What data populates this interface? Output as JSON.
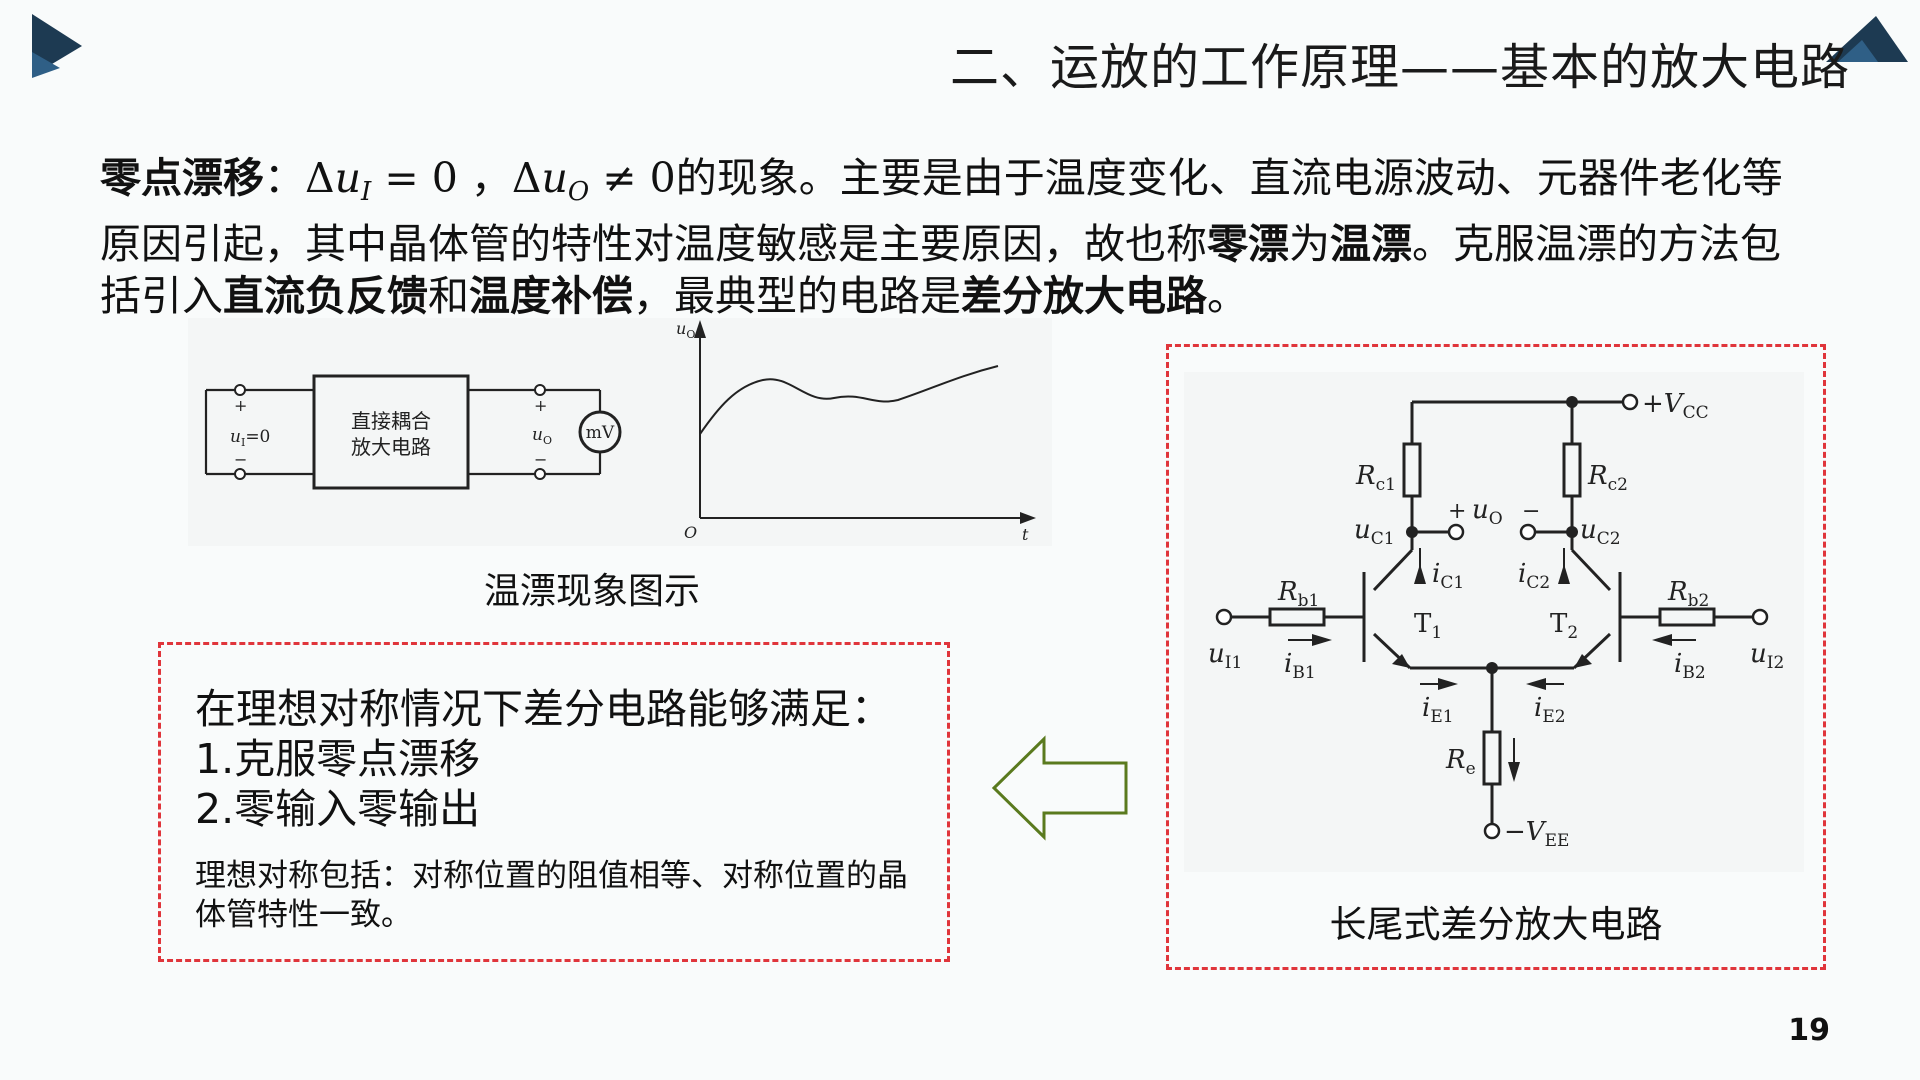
{
  "header": {
    "title": "二、运放的工作原理——基本的放大电路"
  },
  "intro": {
    "term": "零点漂移",
    "colon": "：",
    "math_delta": "Δ",
    "math_u": "u",
    "math_sub_I": "I",
    "math_eq0": " = 0 ，",
    "math_sub_O": "O",
    "math_neq0": " ≠ 0",
    "text1": "的现象。主要是由于温度变化、直流电源波动、元器件老化等原因引起，其中晶体管的特性对温度敏感是主要原因，故也称",
    "bold_zero_drift": "零漂",
    "text_is": "为",
    "bold_temp_drift": "温漂",
    "text2": "。克服温漂的方法包括引入",
    "bold_dc_feedback": "直流负反馈",
    "text_and": "和",
    "bold_temp_comp": "温度补偿",
    "text3": "，最典型的电路是",
    "bold_diff_amp": "差分放大电路",
    "text_end": "。"
  },
  "drift_figure": {
    "input_label": "u",
    "input_sub": "I",
    "input_value": "=0",
    "block_line1": "直接耦合",
    "block_line2": "放大电路",
    "output_label": "u",
    "output_sub": "O",
    "meter_label": "mV",
    "plus": "+",
    "minus": "−",
    "plot_y_label": "u",
    "plot_y_sub": "O",
    "plot_origin": "O",
    "plot_x_label": "t",
    "caption": "温漂现象图示"
  },
  "summary": {
    "line1": "在理想对称情况下差分电路能够满足：",
    "line2": "1.克服零点漂移",
    "line3": "2.零输入零输出",
    "note": "理想对称包括：对称位置的阻值相等、对称位置的晶体管特性一致。"
  },
  "circuit": {
    "vcc_sign": "+",
    "vcc": "V",
    "vcc_sub": "CC",
    "vee_sign": "−",
    "vee": "V",
    "vee_sub": "EE",
    "rc1": "R",
    "rc1_sub": "c1",
    "rc2": "R",
    "rc2_sub": "c2",
    "rb1": "R",
    "rb1_sub": "b1",
    "rb2": "R",
    "rb2_sub": "b2",
    "re": "R",
    "re_sub": "e",
    "uo": "u",
    "uo_sub": "O",
    "uc1": "u",
    "uc1_sub": "C1",
    "uc2": "u",
    "uc2_sub": "C2",
    "ic1": "i",
    "ic1_sub": "C1",
    "ic2": "i",
    "ic2_sub": "C2",
    "ib1": "i",
    "ib1_sub": "B1",
    "ib2": "i",
    "ib2_sub": "B2",
    "ie1": "i",
    "ie1_sub": "E1",
    "ie2": "i",
    "ie2_sub": "E2",
    "t1": "T",
    "t1_sub": "1",
    "t2": "T",
    "t2_sub": "2",
    "ui1": "u",
    "ui1_sub": "I1",
    "ui2": "u",
    "ui2_sub": "I2",
    "plus": "+",
    "minus": "−",
    "caption": "长尾式差分放大电路"
  },
  "footer": {
    "page_number": "19"
  },
  "colors": {
    "accent_dark": "#1d3a52",
    "dashed_border": "#e0353b",
    "arrow_outline": "#5a7a1e"
  }
}
